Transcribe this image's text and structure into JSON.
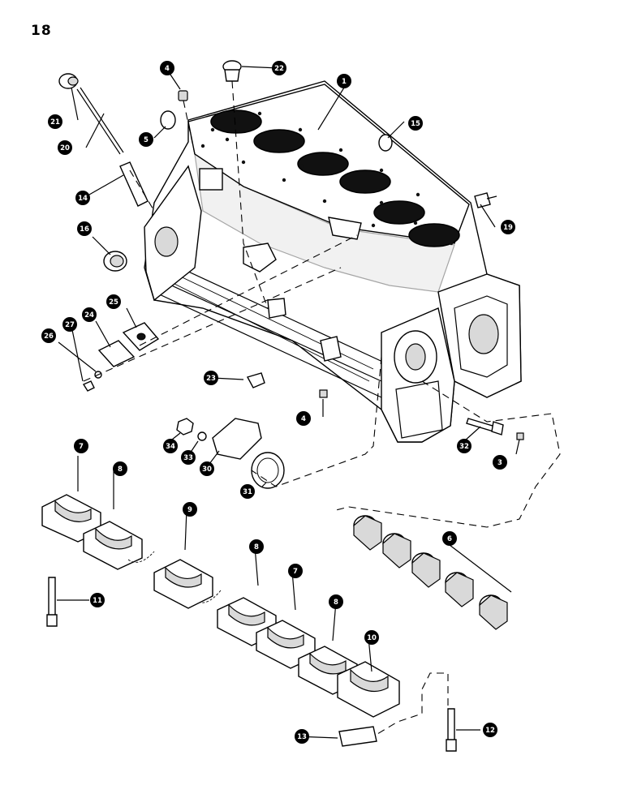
{
  "page_number": "18",
  "callouts": {
    "c1": "1",
    "c3": "3",
    "c4a": "4",
    "c4b": "4",
    "c5": "5",
    "c6": "6",
    "c7a": "7",
    "c7b": "7",
    "c8a": "8",
    "c8b": "8",
    "c8c": "8",
    "c9": "9",
    "c10": "10",
    "c11": "11",
    "c12": "12",
    "c13": "13",
    "c14": "14",
    "c15": "15",
    "c16": "16",
    "c19": "19",
    "c20": "20",
    "c21": "21",
    "c22": "22",
    "c23": "23",
    "c24": "24",
    "c25": "25",
    "c26": "26",
    "c27": "27",
    "c30": "30",
    "c31": "31",
    "c32": "32",
    "c33": "33",
    "c34": "34"
  }
}
